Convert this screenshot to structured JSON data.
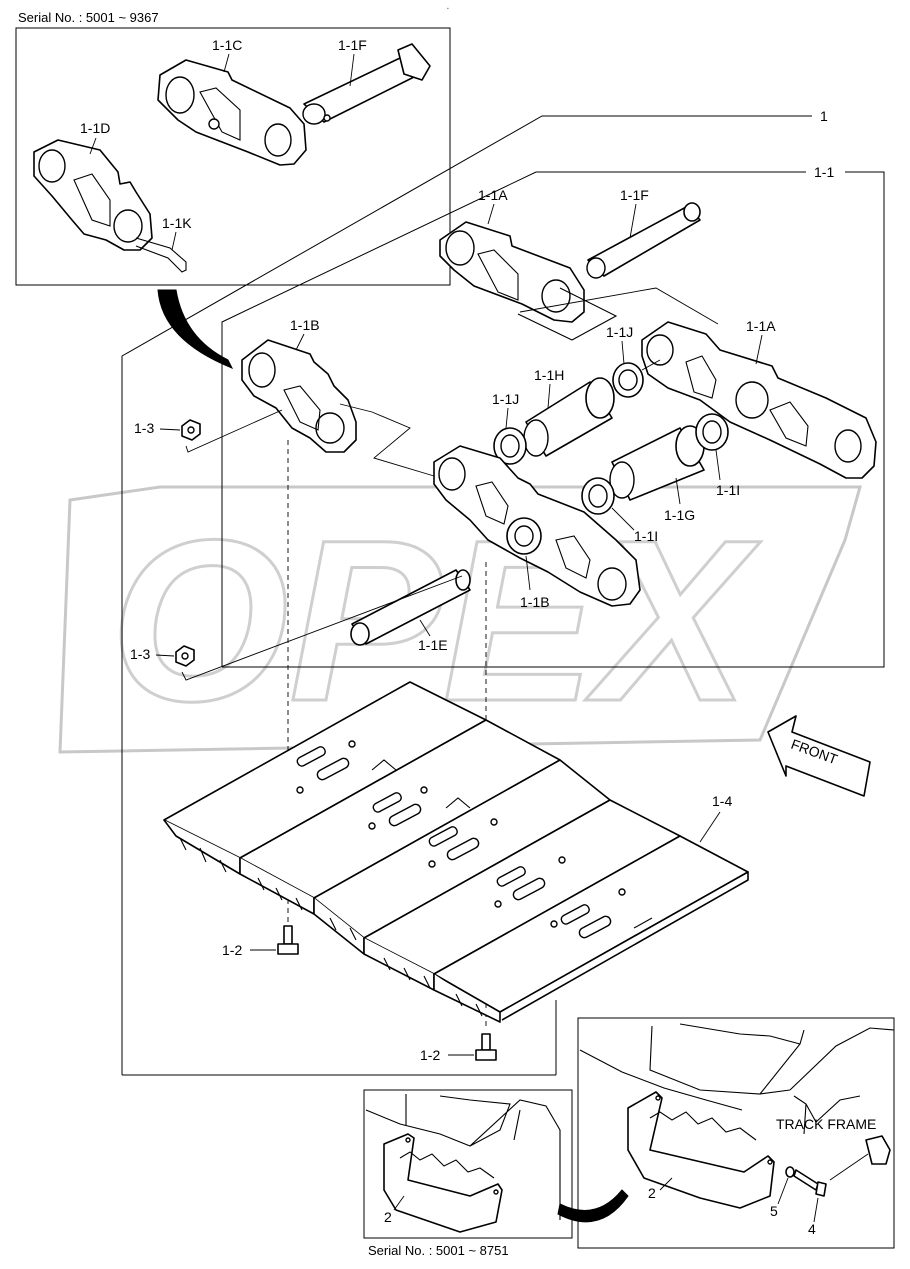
{
  "serial_top": "Serial No. : 5001 ~ 9367",
  "serial_bottom": "Serial No. : 5001 ~ 8751",
  "watermark": "OPEX",
  "front_label": "FRONT",
  "track_frame_label": "TRACK FRAME",
  "labels": {
    "l_1": "1",
    "l_1_1": "1-1",
    "l_1_1A_top": "1-1A",
    "l_1_1F_top": "1-1F",
    "l_1_1C": "1-1C",
    "l_1_1F_inset": "1-1F",
    "l_1_1D": "1-1D",
    "l_1_1K": "1-1K",
    "l_1_1B_top": "1-1B",
    "l_1_1J_right": "1-1J",
    "l_1_1A_right": "1-1A",
    "l_1_1H": "1-1H",
    "l_1_1J_left": "1-1J",
    "l_1_3_top": "1-3",
    "l_1_1I_right": "1-1I",
    "l_1_1G": "1-1G",
    "l_1_1I_mid": "1-1I",
    "l_1_1B_bottom": "1-1B",
    "l_1_1E": "1-1E",
    "l_1_3_bottom": "1-3",
    "l_1_4": "1-4",
    "l_1_2_left": "1-2",
    "l_1_2_bottom": "1-2",
    "l_2_inset": "2",
    "l_2_right": "2",
    "l_5": "5",
    "l_4": "4"
  }
}
